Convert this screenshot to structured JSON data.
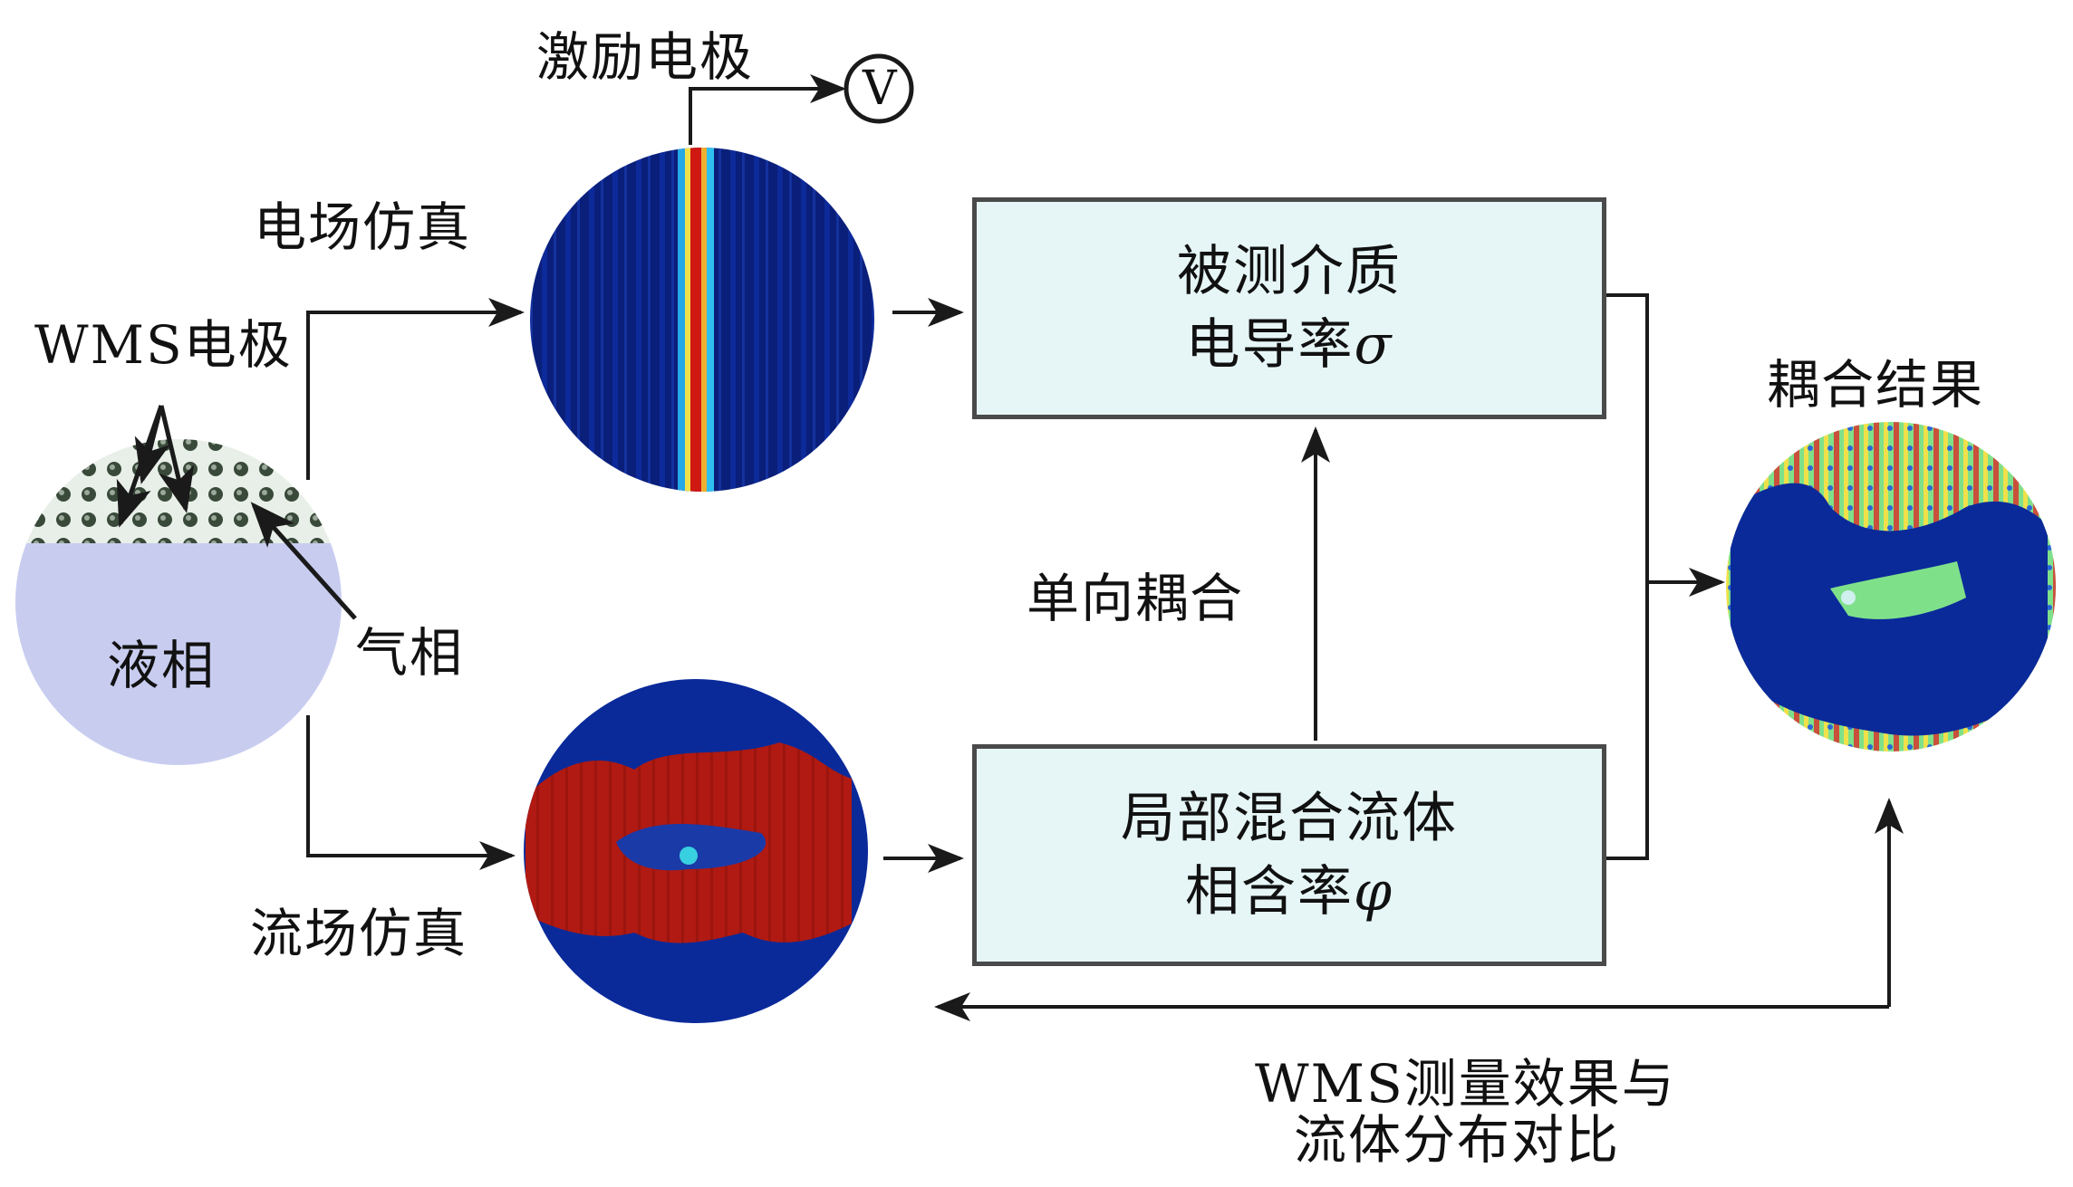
{
  "labels": {
    "excitation_electrode": "激励电极",
    "voltmeter": "V",
    "efield_sim": "电场仿真",
    "wms_electrode": "WMS电极",
    "liquid_phase": "液相",
    "gas_phase": "气相",
    "one_way_coupling": "单向耦合",
    "coupling_result": "耦合结果",
    "flow_sim": "流场仿真",
    "comparison_line1": "WMS测量效果与",
    "comparison_line2": "流体分布对比"
  },
  "boxes": {
    "conductivity": {
      "line1": "被测介质",
      "line2_text": "电导率",
      "line2_symbol": "σ"
    },
    "holdup": {
      "line1": "局部混合流体",
      "line2_text": "相含率",
      "line2_symbol": "φ"
    }
  },
  "colors": {
    "box_fill": "#e6f6f7",
    "box_border": "#4a4a4a",
    "field_dark_blue": "#0a1f7a",
    "field_red": "#b01a12",
    "field_green": "#7fe08a",
    "field_yellow": "#f0e04a",
    "liquid": "#c8cdf0",
    "arrow": "#1a1a1a"
  }
}
